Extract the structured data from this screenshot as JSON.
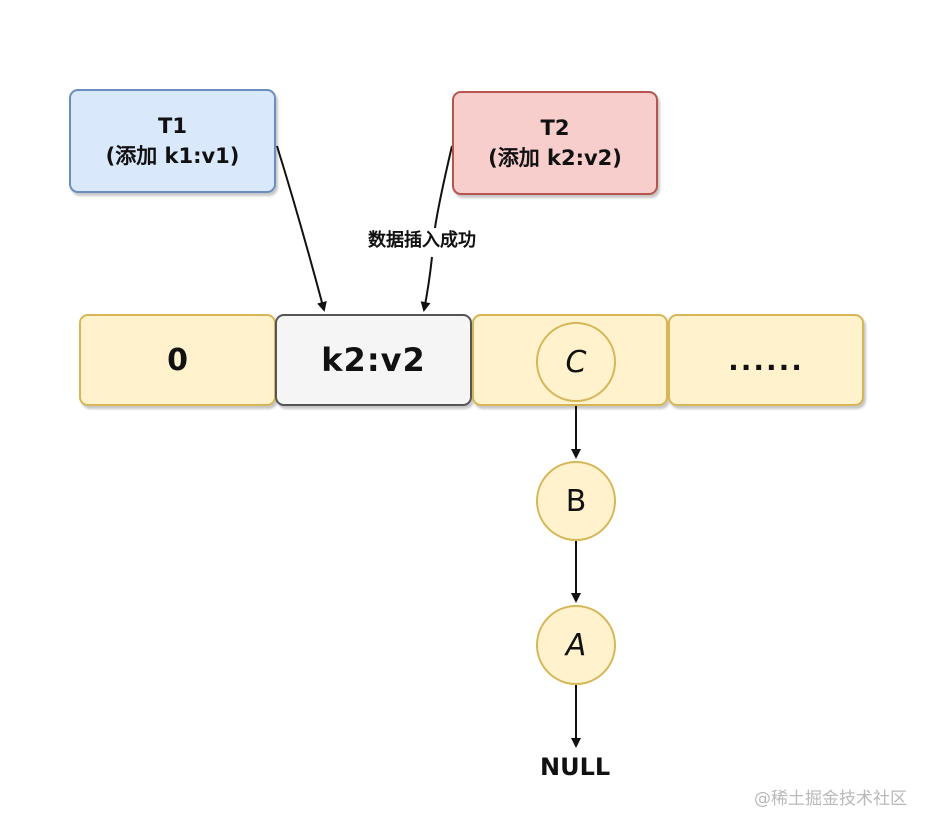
{
  "thread_t1": {
    "title": "T1",
    "action": "(添加 k1:v1)"
  },
  "thread_t2": {
    "title": "T2",
    "action": "(添加 k2:v2)"
  },
  "insert_label": "数据插入成功",
  "hash_array": {
    "cells": [
      "0",
      "k2:v2",
      "",
      "......"
    ]
  },
  "linked_list": {
    "nodes": [
      "C",
      "B",
      "A"
    ],
    "terminator": "NULL"
  },
  "watermark": "@稀土掘金技术社区",
  "colors": {
    "t1_fill": "#dae8fc",
    "t1_stroke": "#6c8ebf",
    "t2_fill": "#f8cecc",
    "t2_stroke": "#b85450",
    "cell_fill": "#fff2cc",
    "cell_stroke": "#d6b656",
    "occupied_cell_fill": "#f5f5f5",
    "occupied_cell_stroke": "#555555"
  }
}
